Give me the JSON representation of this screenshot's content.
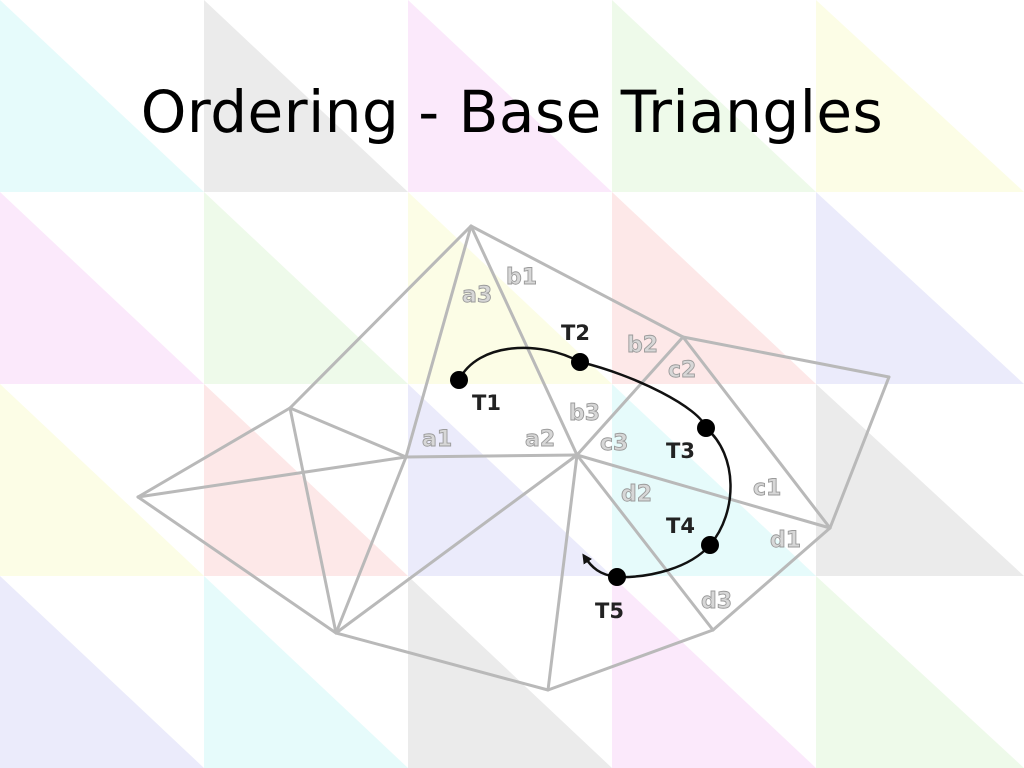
{
  "slide": {
    "title": "Ordering - Base Triangles"
  },
  "diagram": {
    "region_labels": [
      "a1",
      "a2",
      "a3",
      "b1",
      "b2",
      "b3",
      "c1",
      "c2",
      "c3",
      "d1",
      "d2",
      "d3"
    ],
    "traversal_points": [
      "T1",
      "T2",
      "T3",
      "T4",
      "T5"
    ],
    "colors": {
      "mesh_line": "#b9b9b9",
      "path": "#111111",
      "point": "#000000"
    }
  }
}
